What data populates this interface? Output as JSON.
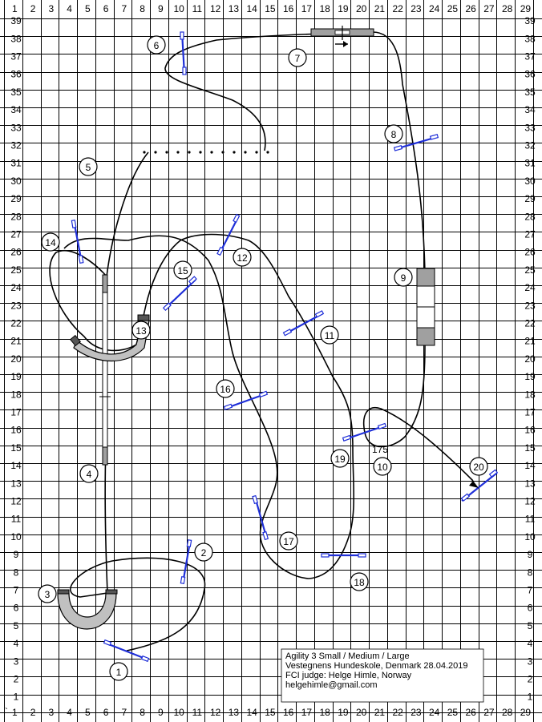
{
  "grid": {
    "x_labels": [
      "1",
      "2",
      "3",
      "4",
      "5",
      "6",
      "7",
      "8",
      "9",
      "10",
      "11",
      "12",
      "13",
      "14",
      "15",
      "16",
      "17",
      "18",
      "19",
      "20",
      "21",
      "22",
      "23",
      "24",
      "25",
      "26",
      "27",
      "28",
      "29"
    ],
    "y_labels": [
      "39",
      "38",
      "37",
      "36",
      "35",
      "34",
      "33",
      "32",
      "31",
      "30",
      "29",
      "28",
      "27",
      "26",
      "25",
      "24",
      "23",
      "22",
      "21",
      "20",
      "19",
      "18",
      "17",
      "16",
      "15",
      "14",
      "13",
      "12",
      "11",
      "10",
      "9",
      "8",
      "7",
      "6",
      "5",
      "4",
      "3",
      "2",
      "1"
    ],
    "corner_mark": "`"
  },
  "obstacles": [
    {
      "id": "1",
      "label": "1"
    },
    {
      "id": "2",
      "label": "2"
    },
    {
      "id": "3",
      "label": "3"
    },
    {
      "id": "4",
      "label": "4"
    },
    {
      "id": "5",
      "label": "5"
    },
    {
      "id": "6",
      "label": "6"
    },
    {
      "id": "7",
      "label": "7"
    },
    {
      "id": "8",
      "label": "8"
    },
    {
      "id": "9",
      "label": "9"
    },
    {
      "id": "10",
      "label": "10"
    },
    {
      "id": "11",
      "label": "11"
    },
    {
      "id": "12",
      "label": "12"
    },
    {
      "id": "13",
      "label": "13"
    },
    {
      "id": "14",
      "label": "14"
    },
    {
      "id": "15",
      "label": "15"
    },
    {
      "id": "16",
      "label": "16"
    },
    {
      "id": "17",
      "label": "17"
    },
    {
      "id": "18",
      "label": "18"
    },
    {
      "id": "19",
      "label": "19"
    },
    {
      "id": "20",
      "label": "20"
    }
  ],
  "course_length": "175",
  "info": {
    "line1": "Agility 3 Small / Medium / Large",
    "line2": "Vestegnens Hundeskole, Denmark 28.04.2019",
    "line3": "FCI judge: Helge Himle, Norway",
    "line4": "helgehimle@gmail.com"
  },
  "colors": {
    "jump": "#1f2fd8",
    "tunnel": "#c0c0c0",
    "contact_zone": "#a0a0a0"
  }
}
